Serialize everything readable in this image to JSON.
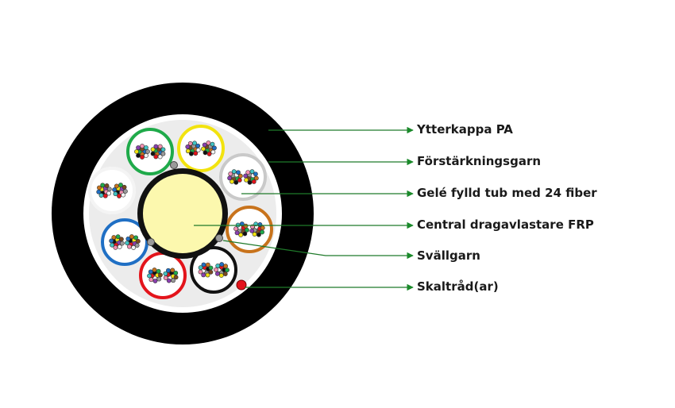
{
  "labels": {
    "outer_jacket": "Ytterkappa PA",
    "reinforcement_yarn": "Förstärkningsgarn",
    "gel_tube": "Gelé fylld tub med 24 fiber",
    "central_member": "Central dragavlastare FRP",
    "swelling_yarn": "Svällgarn",
    "ripcord": "Skaltråd(ar)"
  },
  "tubes": [
    {
      "name": "tube-green",
      "color": "#1faa4a"
    },
    {
      "name": "tube-yellow",
      "color": "#f2e30f"
    },
    {
      "name": "tube-grey",
      "color": "#c9c9c9"
    },
    {
      "name": "tube-orange",
      "color": "#c8731c"
    },
    {
      "name": "tube-black",
      "color": "#111111"
    },
    {
      "name": "tube-red",
      "color": "#e3141b"
    },
    {
      "name": "tube-blue",
      "color": "#1f6fc4"
    },
    {
      "name": "tube-white",
      "color": "#f4f4f4"
    }
  ],
  "fiber_colors": [
    "#1f6fc4",
    "#c8731c",
    "#1faa4a",
    "#7a4a20",
    "#9a9a9a",
    "#f4f4f4",
    "#e3141b",
    "#111111",
    "#f2e30f",
    "#8a3fb0",
    "#f48fb1",
    "#40c4c4"
  ],
  "colors": {
    "jacket": "#000000",
    "core_fill": "#ececec",
    "central_member": "#fcf8ae",
    "leader_line": "#1f7a2a",
    "arrow": "#1a8a2a",
    "ripcord": "#e3141b",
    "swelling_yarn": "#9a9a9a"
  }
}
